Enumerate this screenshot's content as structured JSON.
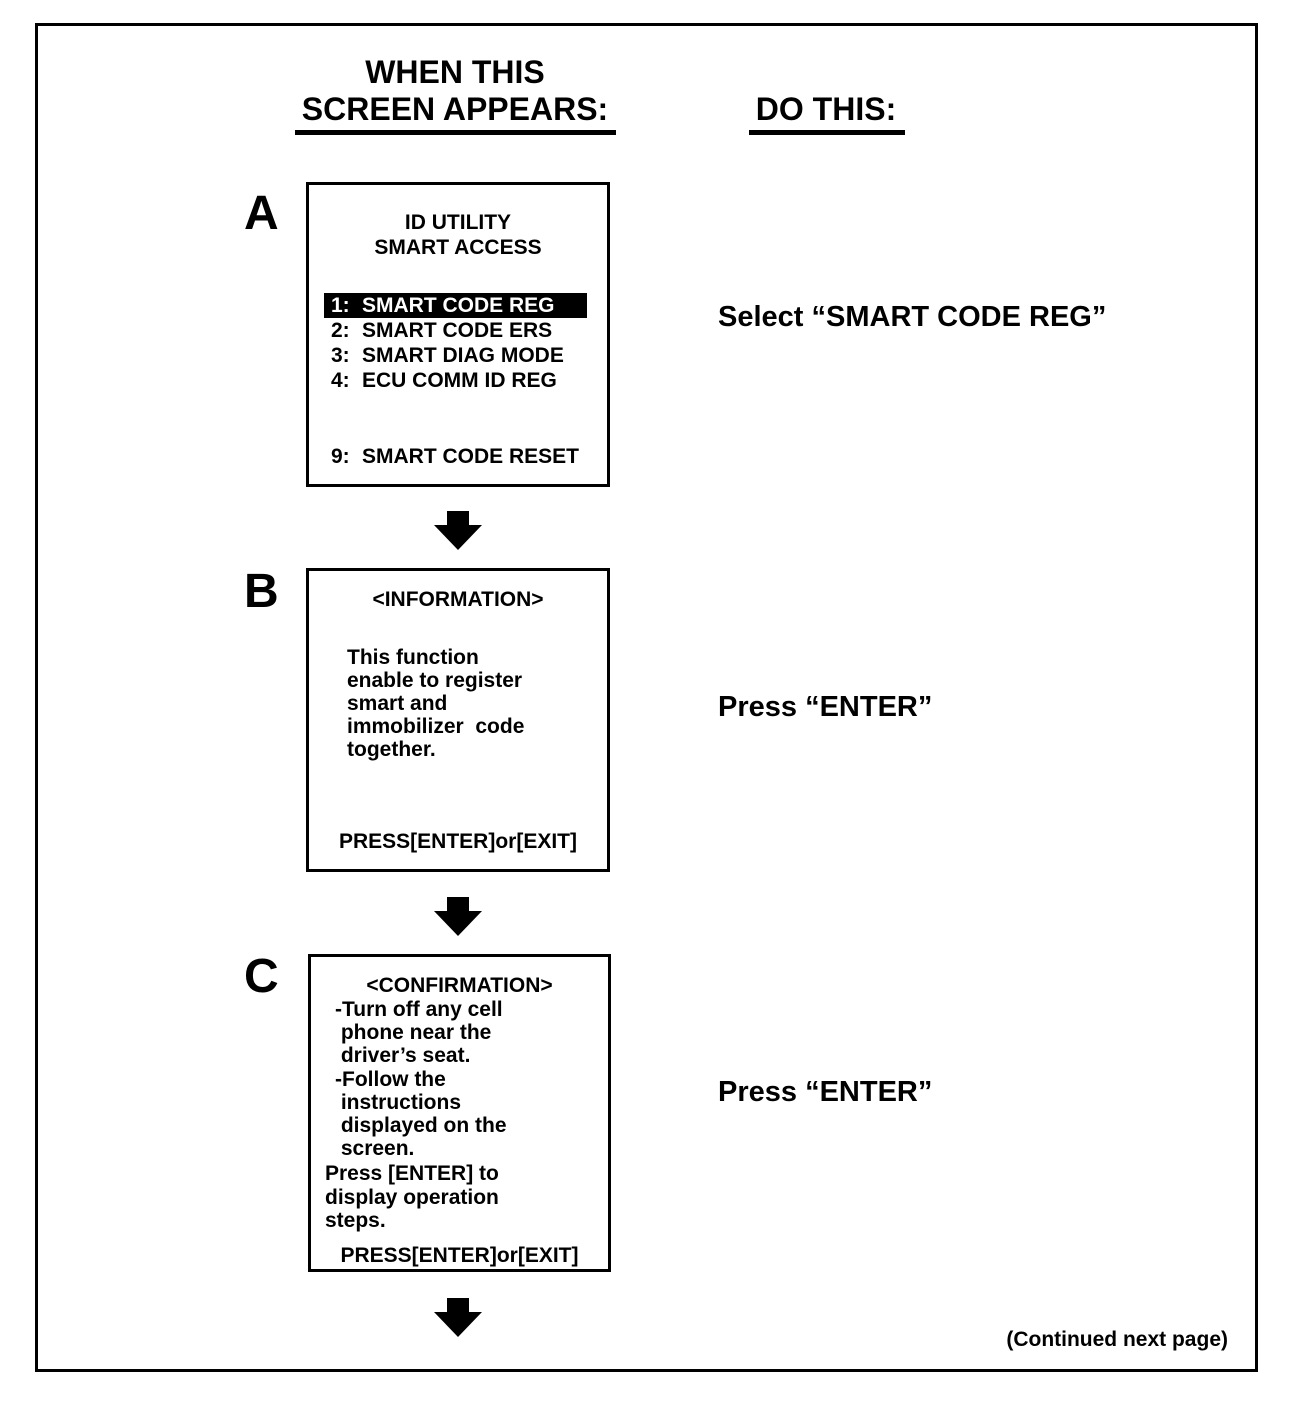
{
  "header": {
    "left_line1": "WHEN THIS",
    "left_line2": "SCREEN APPEARS:",
    "right": "DO THIS:"
  },
  "steps": [
    {
      "letter": "A",
      "screen": {
        "title_line1": "ID UTILITY",
        "title_line2": "SMART ACCESS",
        "menu": [
          {
            "num": "1:",
            "label": "SMART CODE REG",
            "selected": true
          },
          {
            "num": "2:",
            "label": "SMART CODE ERS"
          },
          {
            "num": "3:",
            "label": "SMART DIAG MODE"
          },
          {
            "num": "4:",
            "label": "ECU COMM ID REG"
          },
          {
            "num": "9:",
            "label": "SMART CODE RESET"
          }
        ]
      },
      "instruction": "Select “SMART CODE REG”"
    },
    {
      "letter": "B",
      "screen": {
        "title": "<INFORMATION>",
        "body_lines": [
          "This function",
          "enable to register",
          "smart and",
          "immobilizer  code",
          "together."
        ],
        "footer": "PRESS[ENTER]or[EXIT]"
      },
      "instruction": "Press “ENTER”"
    },
    {
      "letter": "C",
      "screen": {
        "title": "<CONFIRMATION>",
        "body_lines": [
          "-Turn off any cell",
          " phone near the",
          " driver’s seat.",
          "-Follow the",
          " instructions",
          " displayed on the",
          " screen."
        ],
        "press_lines": [
          "Press [ENTER] to",
          "display operation",
          "steps."
        ],
        "footer": "PRESS[ENTER]or[EXIT]"
      },
      "instruction": "Press “ENTER”"
    }
  ],
  "continued": "(Continued next page)",
  "colors": {
    "ink": "#000000",
    "paper": "#ffffff"
  }
}
